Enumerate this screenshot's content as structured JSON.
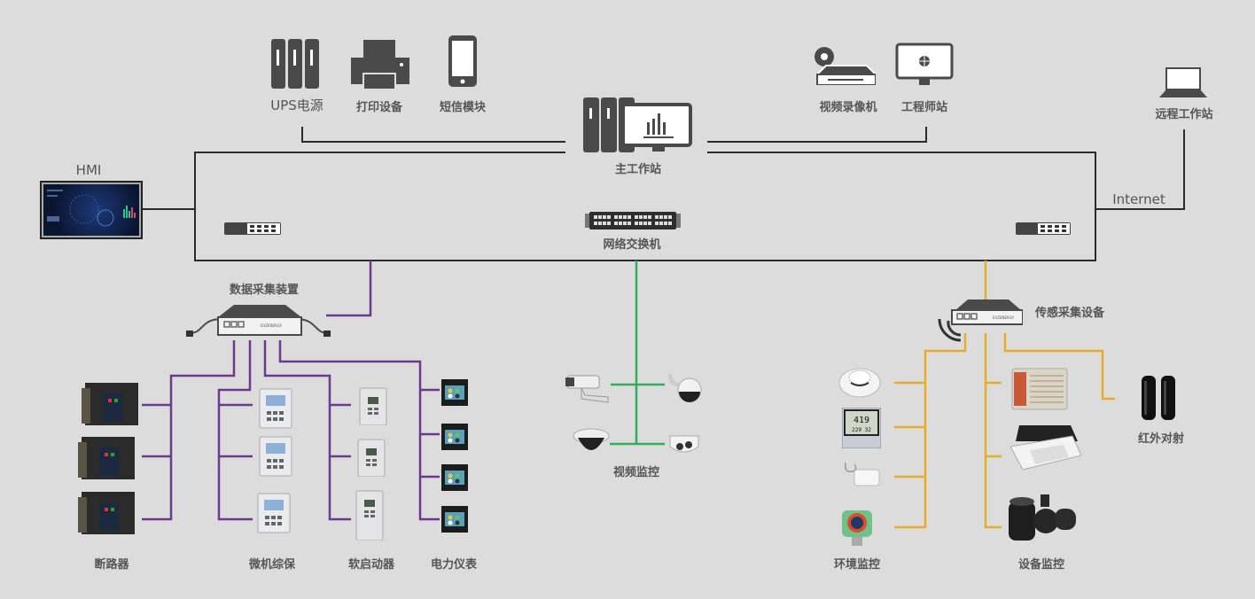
{
  "colors": {
    "background": "#dcdcdc",
    "main_network": "#2b2b2b",
    "data_acquisition_line": "#6a3a8f",
    "video_line": "#2fae5f",
    "sensor_line": "#e8ac2c",
    "icon_dark": "#4a4a4a"
  },
  "top_devices": {
    "ups": "UPS电源",
    "printer": "打印设备",
    "sms": "短信模块",
    "main_workstation": "主工作站",
    "video_recorder": "视频录像机",
    "engineer_station": "工程师站",
    "remote_workstation": "远程工作站"
  },
  "network": {
    "hmi": "HMI",
    "switch": "网络交换机",
    "internet": "Internet"
  },
  "data_acquisition": {
    "title": "数据采集装置",
    "brand": "EVZENERGY",
    "groups": {
      "breakers": "断路器",
      "microcomputer_protection": "微机综保",
      "soft_starter": "软启动器",
      "power_meter": "电力仪表"
    }
  },
  "video": {
    "title": "视频监控"
  },
  "sensor": {
    "title": "传感采集设备",
    "brand": "EVZENERGY",
    "env_monitoring": "环境监控",
    "equipment_monitoring": "设备监控",
    "infrared": "红外对射",
    "thermometer_readout": "419",
    "thermometer_readout2": "229 32"
  }
}
